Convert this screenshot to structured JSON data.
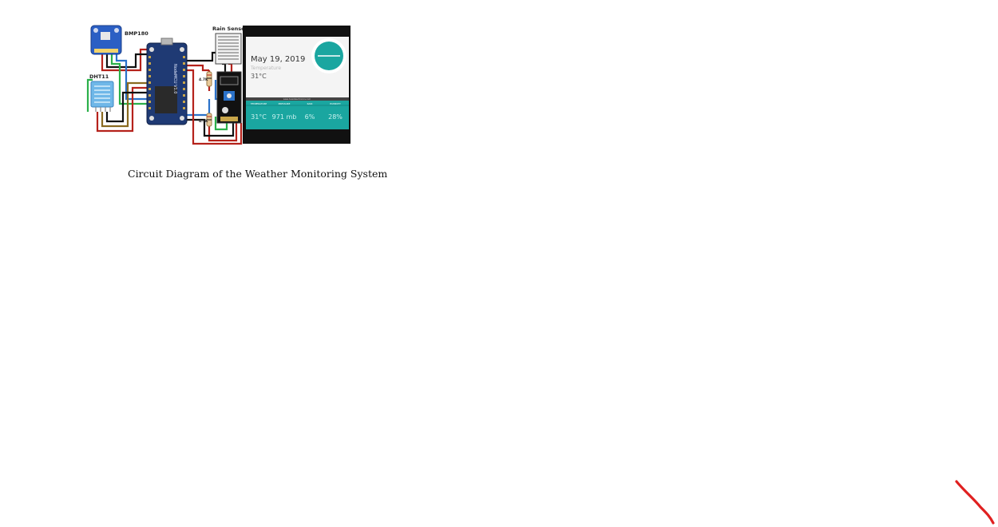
{
  "figure": {
    "labels": {
      "bmp180": "BMP180",
      "dht11": "DHT11",
      "rain_sensor": "Rain Sensor",
      "resistor_top": "4.7K",
      "resistor_bottom": "4.7K",
      "mcu_text": "NodeMCU V1.0"
    },
    "dashboard": {
      "date": "May 19, 2019",
      "metric_label": "Temperature",
      "metric_value": "31°C",
      "url_strip": "www.how2electronics.com",
      "columns": [
        {
          "header": "TEMPERATURE",
          "value": "31°C"
        },
        {
          "header": "PRESSURE",
          "value": "971 mb"
        },
        {
          "header": "RAIN",
          "value": "6%"
        },
        {
          "header": "HUMIDITY",
          "value": "28%"
        }
      ],
      "colors": {
        "accent": "#1aa6a0",
        "frame": "#111111",
        "card": "#f4f4f4"
      }
    },
    "wire_colors": {
      "power": "#b5221b",
      "ground": "#111111",
      "data_green": "#2bb04a",
      "data_blue": "#2b72c9",
      "data_brown": "#8a6a20"
    }
  },
  "caption": "Circuit Diagram of the Weather Monitoring System",
  "annotation": {
    "color": "#e02020"
  }
}
